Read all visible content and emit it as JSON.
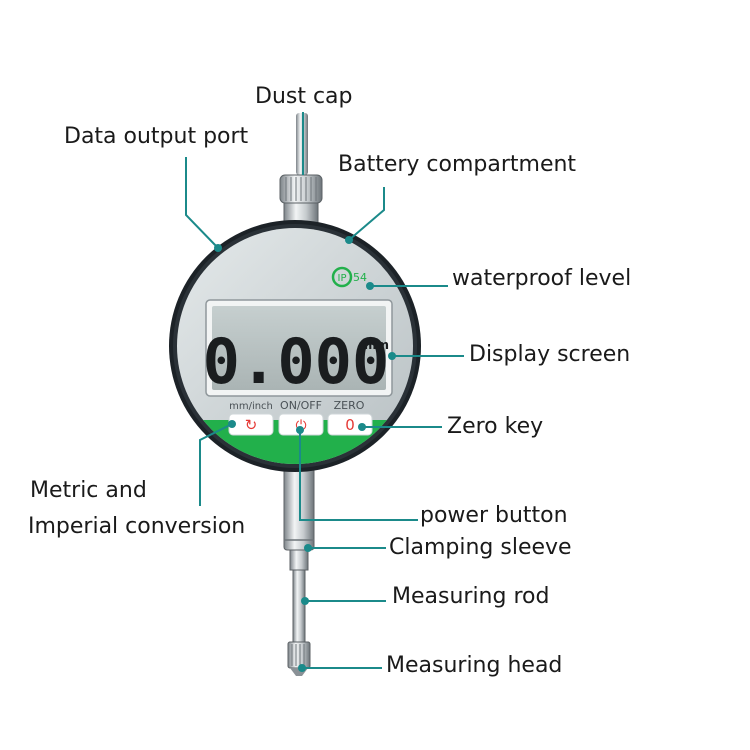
{
  "labels": {
    "dust_cap": "Dust cap",
    "data_output_port": "Data output port",
    "battery_compartment": "Battery compartment",
    "waterproof_level": "waterproof level",
    "display_screen": "Display screen",
    "zero_key": "Zero key",
    "metric_imperial_line1": "Metric and",
    "metric_imperial_line2": "Imperial conversion",
    "power_button": "power button",
    "clamping_sleeve": "Clamping sleeve",
    "measuring_rod": "Measuring rod",
    "measuring_head": "Measuring head"
  },
  "device": {
    "ip_rating_prefix": "IP",
    "ip_rating_value": "54",
    "display_reading": "0.000",
    "display_unit": "mm",
    "key_labels": [
      "mm/inch",
      "ON/OFF",
      "ZERO"
    ],
    "key_symbols": [
      "↻",
      "⏻",
      "0"
    ]
  },
  "colors": {
    "leader_line": "#1b8a8a",
    "bezel": "#1c2227",
    "face": "#cfd6d8",
    "accent_green": "#22b04b",
    "lcd": "#b9c3c3",
    "key_red": "#e53935"
  }
}
